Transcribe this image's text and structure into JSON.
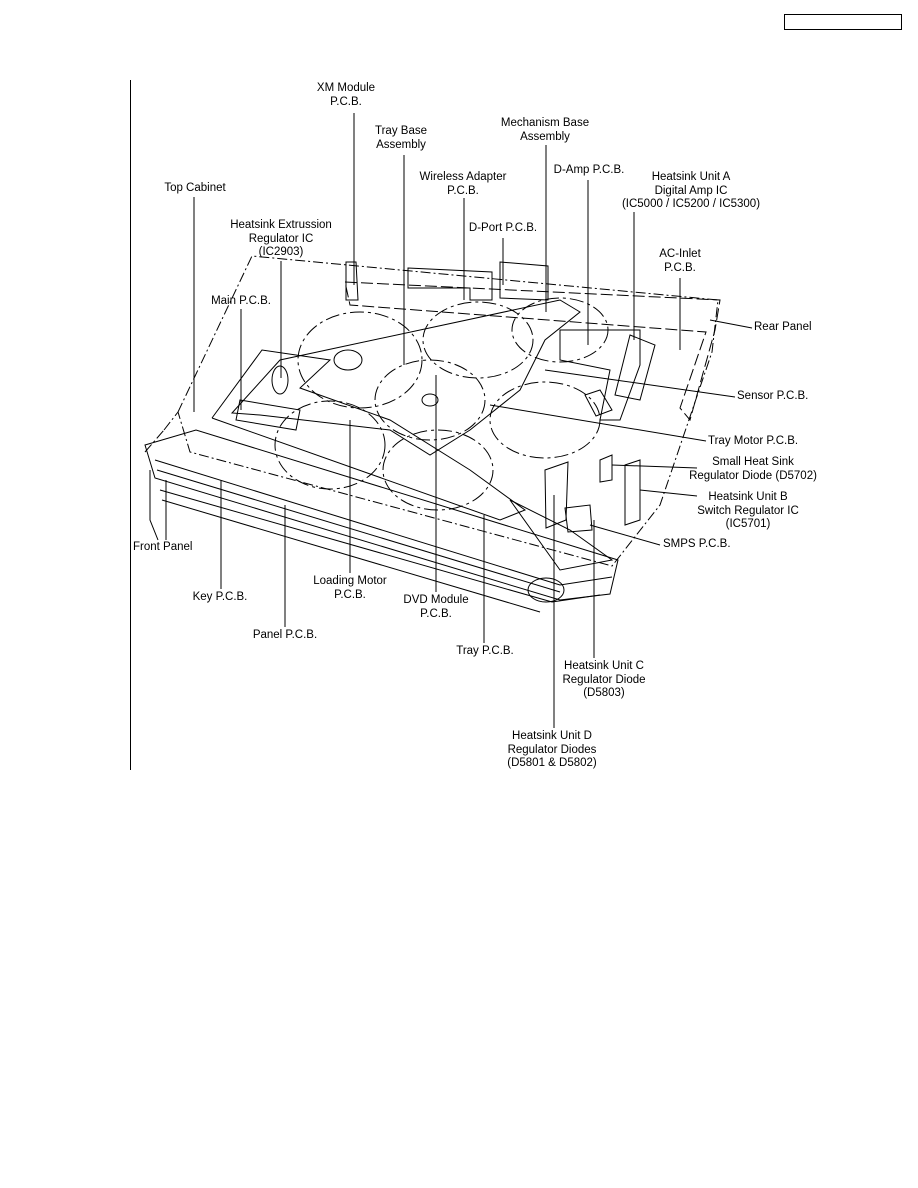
{
  "labels": {
    "xm_module": [
      "XM Module",
      "P.C.B."
    ],
    "tray_base": [
      "Tray Base",
      "Assembly"
    ],
    "mechanism_base": [
      "Mechanism Base",
      "Assembly"
    ],
    "wireless_adapter": [
      "Wireless Adapter",
      "P.C.B."
    ],
    "d_amp": [
      "D-Amp P.C.B."
    ],
    "heatsink_a": [
      "Heatsink Unit A",
      "Digital Amp IC",
      "(IC5000 / IC5200 / IC5300)"
    ],
    "top_cabinet": [
      "Top Cabinet"
    ],
    "heatsink_extrussion": [
      "Heatsink Extrussion",
      "Regulator IC",
      "(IC2903)"
    ],
    "d_port": [
      "D-Port P.C.B."
    ],
    "ac_inlet": [
      "AC-Inlet",
      "P.C.B."
    ],
    "main_pcb": [
      "Main P.C.B."
    ],
    "rear_panel": [
      "Rear Panel"
    ],
    "sensor_pcb": [
      "Sensor P.C.B."
    ],
    "tray_motor_pcb": [
      "Tray Motor P.C.B."
    ],
    "small_heat_sink": [
      "Small Heat Sink",
      "Regulator Diode (D5702)"
    ],
    "heatsink_b": [
      "Heatsink Unit B",
      "Switch Regulator IC",
      "(IC5701)"
    ],
    "smps_pcb": [
      "SMPS P.C.B."
    ],
    "front_panel": [
      "Front Panel"
    ],
    "loading_motor": [
      "Loading Motor",
      "P.C.B."
    ],
    "key_pcb": [
      "Key P.C.B."
    ],
    "dvd_module": [
      "DVD Module",
      "P.C.B."
    ],
    "panel_pcb": [
      "Panel P.C.B."
    ],
    "tray_pcb": [
      "Tray P.C.B."
    ],
    "heatsink_c": [
      "Heatsink Unit C",
      "Regulator Diode",
      "(D5803)"
    ],
    "heatsink_d": [
      "Heatsink Unit D",
      "Regulator Diodes",
      "(D5801 & D5802)"
    ]
  }
}
